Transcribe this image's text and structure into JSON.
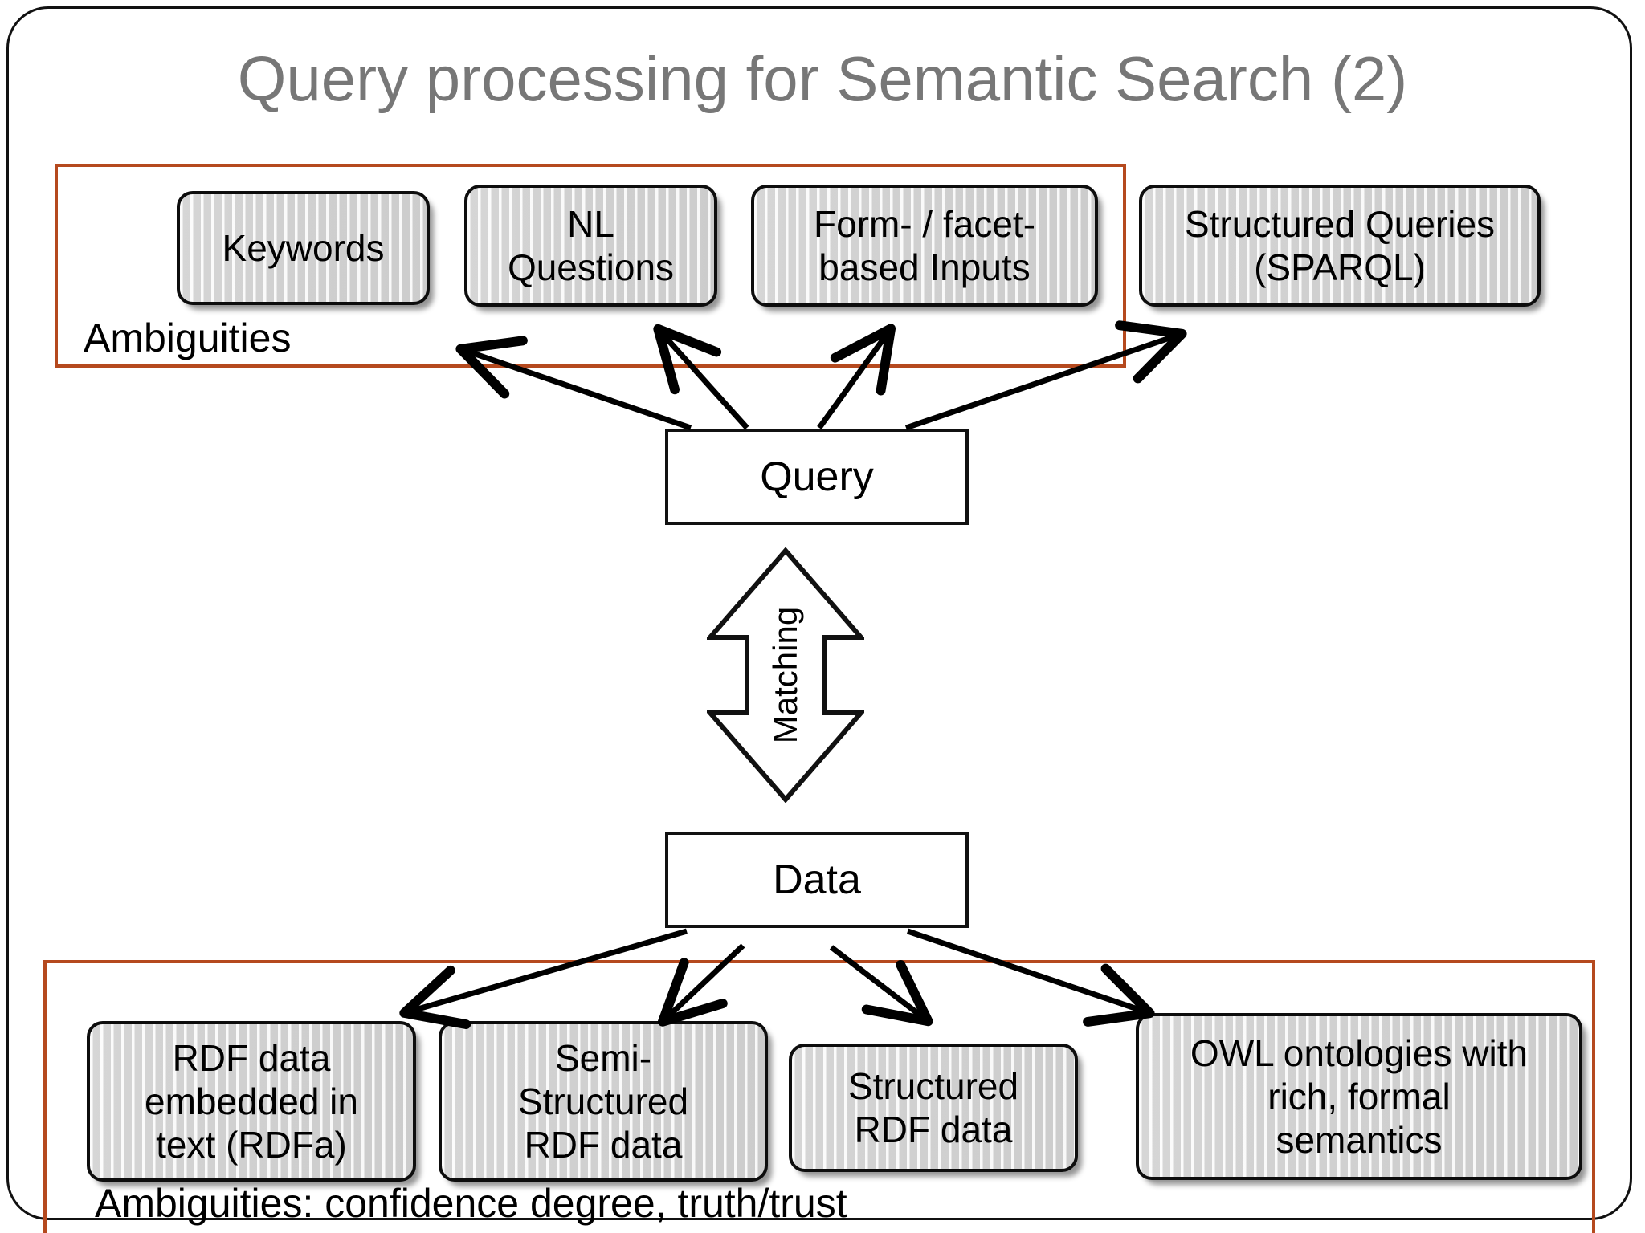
{
  "slide": {
    "title": "Query processing for Semantic Search (2)",
    "title_color": "#777777",
    "frame_color": "#111111",
    "background": "#ffffff"
  },
  "groups": {
    "top": {
      "name": "query-input-group",
      "border_color": "#b5491e",
      "caption": "Ambiguities"
    },
    "bottom": {
      "name": "data-group",
      "border_color": "#b5491e",
      "caption": "Ambiguities: confidence degree,  truth/trust"
    }
  },
  "query_inputs": [
    {
      "id": "keywords",
      "label": "Keywords"
    },
    {
      "id": "nl-questions",
      "label": "NL\nQuestions"
    },
    {
      "id": "form-facet",
      "label": "Form- / facet-\nbased Inputs"
    },
    {
      "id": "structured-queries",
      "label": "Structured Queries\n(SPARQL)"
    }
  ],
  "data_sources": [
    {
      "id": "rdfa",
      "label": "RDF data\nembedded in\ntext (RDFa)"
    },
    {
      "id": "semi-structured",
      "label": "Semi-\nStructured\nRDF data"
    },
    {
      "id": "structured-rdf",
      "label": "Structured\nRDF data"
    },
    {
      "id": "owl-ontologies",
      "label": "OWL ontologies with\nrich, formal\nsemantics"
    }
  ],
  "core": {
    "query_box_label": "Query",
    "data_box_label": "Data",
    "matching_label": "Matching"
  },
  "icons": {
    "matching": "double-headed-vertical-arrow-icon",
    "query_fanout": "arrow-icon",
    "data_fanout": "arrow-icon"
  }
}
